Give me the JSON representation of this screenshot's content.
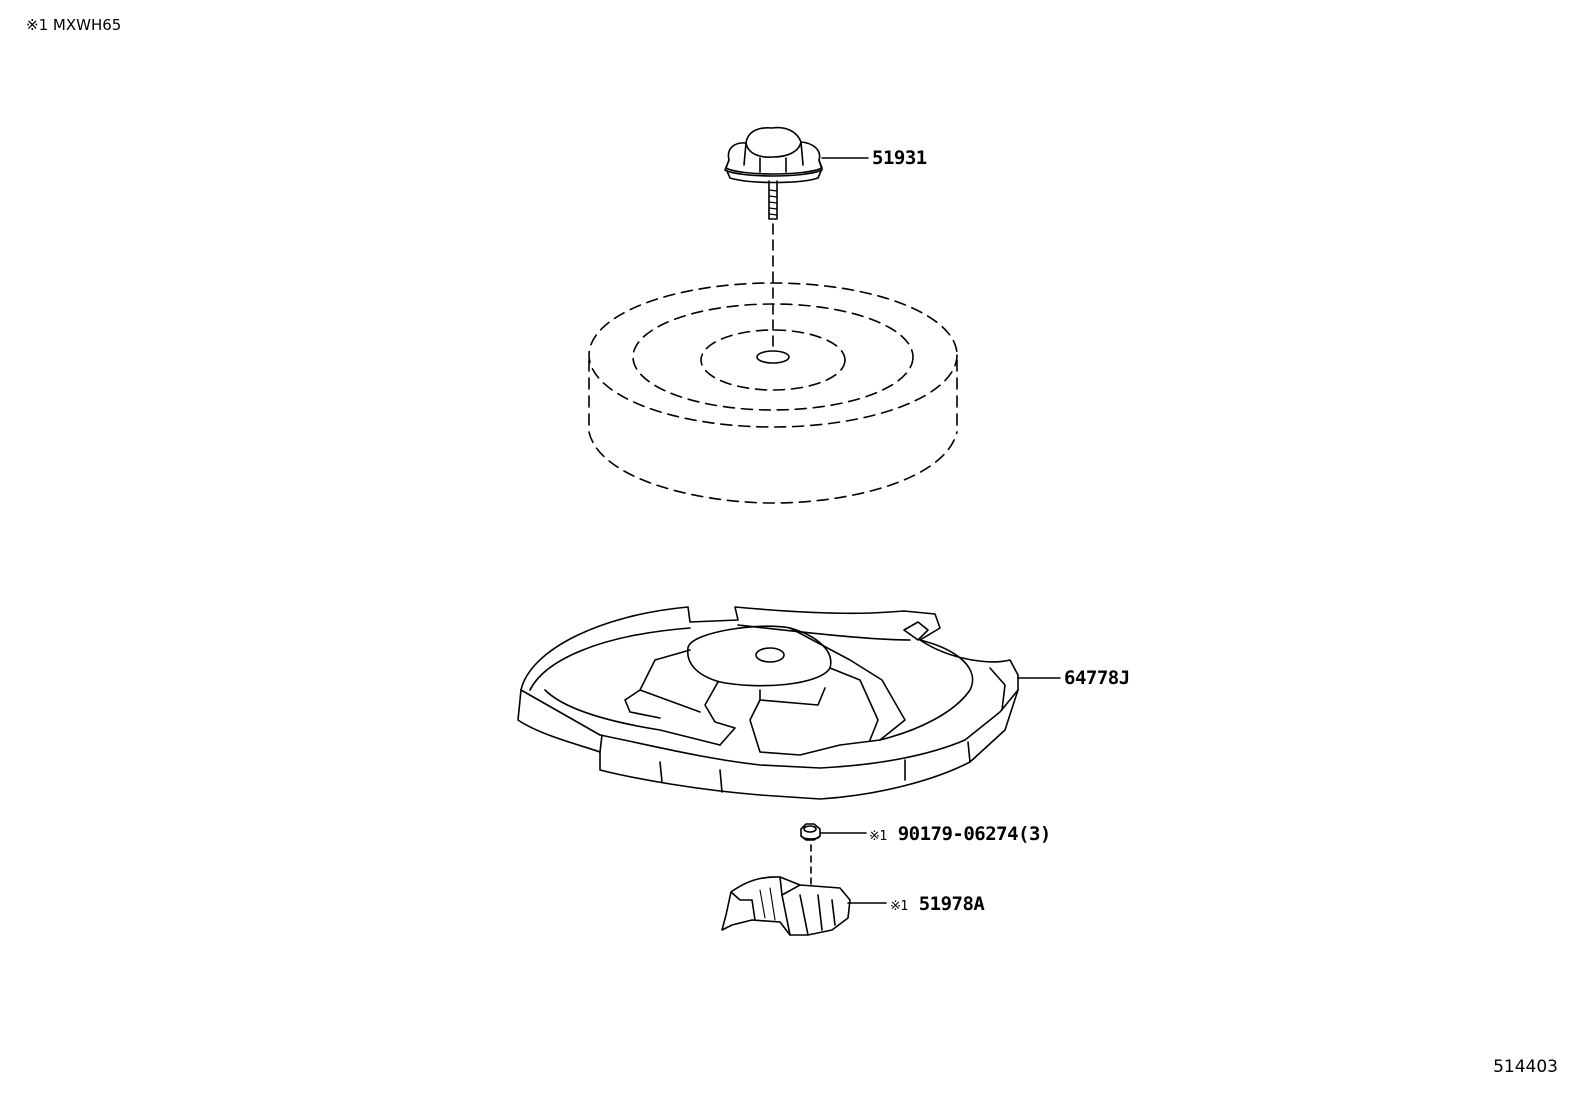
{
  "header_note": {
    "mark": "※1",
    "model": "MXWH65"
  },
  "page_code": "514403",
  "callouts": {
    "knob": {
      "part_no": "51931"
    },
    "tray": {
      "part_no": "64778J"
    },
    "nut": {
      "mark": "※1",
      "part_no": "90179-06274(3)"
    },
    "bracket": {
      "mark": "※1",
      "part_no": "51978A"
    }
  },
  "colors": {
    "line": "#000000",
    "background": "#ffffff"
  }
}
